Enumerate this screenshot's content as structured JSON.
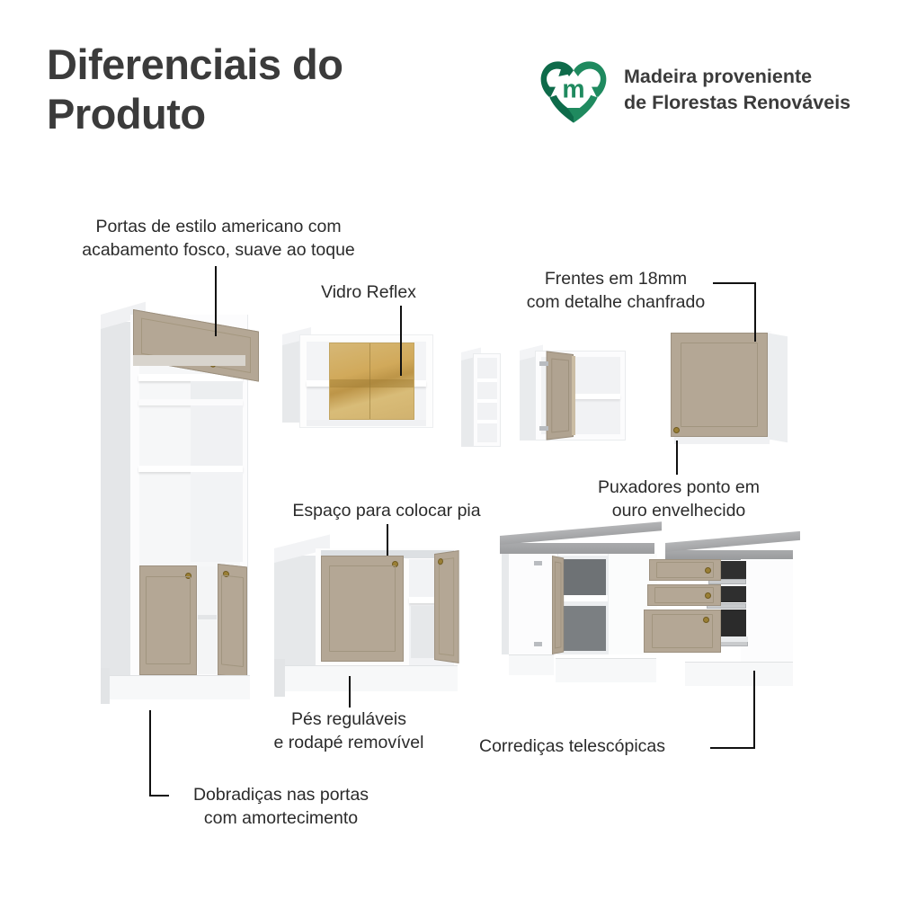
{
  "header": {
    "title_line1": "Diferenciais do",
    "title_line2": "Produto",
    "title_full": "Diferenciais do Produto",
    "eco_badge": {
      "logo_name": "recycling-heart-logo",
      "logo_letter": "m",
      "text_line1": "Madeira proveniente",
      "text_line2": "de Florestas Renováveis"
    }
  },
  "colors": {
    "title": "#3b3b3b",
    "label_text": "#2b2b2b",
    "leader_line": "#111111",
    "door_beige": "#b4a795",
    "cabinet_white": "#fdfdfd",
    "knob_gold": "#9a7f35",
    "countertop_gray": "#9fa0a2",
    "glass_amber": "#cfa959",
    "logo_green_dark": "#0e6b4a",
    "logo_green_mid": "#1f8a5f",
    "background": "#ffffff"
  },
  "callouts": [
    {
      "id": "portas-americano",
      "line1": "Portas de estilo americano com",
      "line2": "acabamento fosco, suave ao toque",
      "target": "tall-cabinet-flip-door"
    },
    {
      "id": "vidro-reflex",
      "line1": "Vidro Reflex",
      "line2": "",
      "target": "glass-wall-cabinet"
    },
    {
      "id": "frentes-18mm",
      "line1": "Frentes em 18mm",
      "line2": "com detalhe chanfrado",
      "target": "closed-wall-cabinet-door"
    },
    {
      "id": "puxadores",
      "line1": "Puxadores ponto em",
      "line2": "ouro envelhecido",
      "target": "closed-wall-cabinet-knob"
    },
    {
      "id": "espaco-pia",
      "line1": "Espaço para colocar pia",
      "line2": "",
      "target": "sink-base-cabinet-top"
    },
    {
      "id": "pes-reguláveis",
      "line1": "Pés reguláveis",
      "line2": "e rodapé removível",
      "target": "sink-base-cabinet-plinth"
    },
    {
      "id": "corrediças",
      "line1": "Corrediças telescópicas",
      "line2": "",
      "target": "drawer-unit-slides"
    },
    {
      "id": "dobradiças",
      "line1": "Dobradiças nas portas",
      "line2": "com amortecimento",
      "target": "tall-cabinet-lower-door-hinge"
    }
  ],
  "products": [
    {
      "id": "tall-cabinet",
      "name": "Torre quente / armário alto",
      "features": [
        "porta basculante",
        "prateleiras abertas",
        "2 portas inferiores",
        "rodapé"
      ]
    },
    {
      "id": "glass-wall-cabinet",
      "name": "Aéreo com vidro reflex",
      "features": [
        "portas de vidro reflex",
        "prateleira interna"
      ]
    },
    {
      "id": "open-shelf-unit",
      "name": "Nicho / estante aberta",
      "features": [
        "4 nichos"
      ]
    },
    {
      "id": "open-wall-cabinet",
      "name": "Aéreo 2 portas aberto",
      "features": [
        "porta aberta",
        "prateleira interna"
      ]
    },
    {
      "id": "closed-wall-cabinet",
      "name": "Aéreo 1 porta fechado",
      "features": [
        "frente 18mm chanfrada",
        "puxador ponto ouro"
      ]
    },
    {
      "id": "sink-base-cabinet",
      "name": "Balcão para pia",
      "features": [
        "tampo vazado para pia",
        "2 portas",
        "rodapé removível"
      ]
    },
    {
      "id": "corner-base-cabinet",
      "name": "Balcão de canto com tampo",
      "features": [
        "tampo cinza",
        "portas abertas",
        "prateleiras"
      ]
    },
    {
      "id": "drawer-unit",
      "name": "Balcão 3 gavetas",
      "features": [
        "3 gavetas",
        "corrediças telescópicas",
        "tampo cinza"
      ]
    }
  ]
}
